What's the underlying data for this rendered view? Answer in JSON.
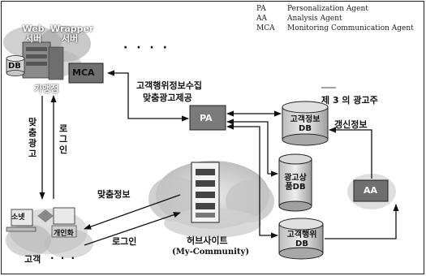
{
  "legend": [
    {
      "abbr": "PA",
      "full": "Personalization Agent"
    },
    {
      "abbr": "AA",
      "full": "Analysis Agent"
    },
    {
      "abbr": "MCA",
      "full": "Monitoring Communication Agent"
    }
  ],
  "merchant": {
    "web_server": "Web 서버",
    "wrapper_server": "Wrapper 서버",
    "db": "DB",
    "mca": "MCA",
    "label": "가맹점",
    "dots": "· · · ·"
  },
  "flows": {
    "collect_provide_line1": "고객행위정보수집",
    "collect_provide_line2": "맞춤광고제공",
    "custom_ad": "맞춤광고",
    "login_vertical": "로그인",
    "custom_info": "맞춤정보",
    "login": "로그인",
    "update_info": "갱신정보"
  },
  "hub": {
    "pa": "PA",
    "title": "허브사이트",
    "subtitle": "(My-Community)"
  },
  "third_party": {
    "title": "제 3 의 광고주",
    "aa": "AA"
  },
  "databases": [
    {
      "name": "고객정보DB"
    },
    {
      "name": "광고상품DB"
    },
    {
      "name": "고객행위DB"
    }
  ],
  "customer": {
    "label": "고객",
    "pc1": "소넷",
    "pc2": "개인화",
    "dots": "· · ·"
  }
}
